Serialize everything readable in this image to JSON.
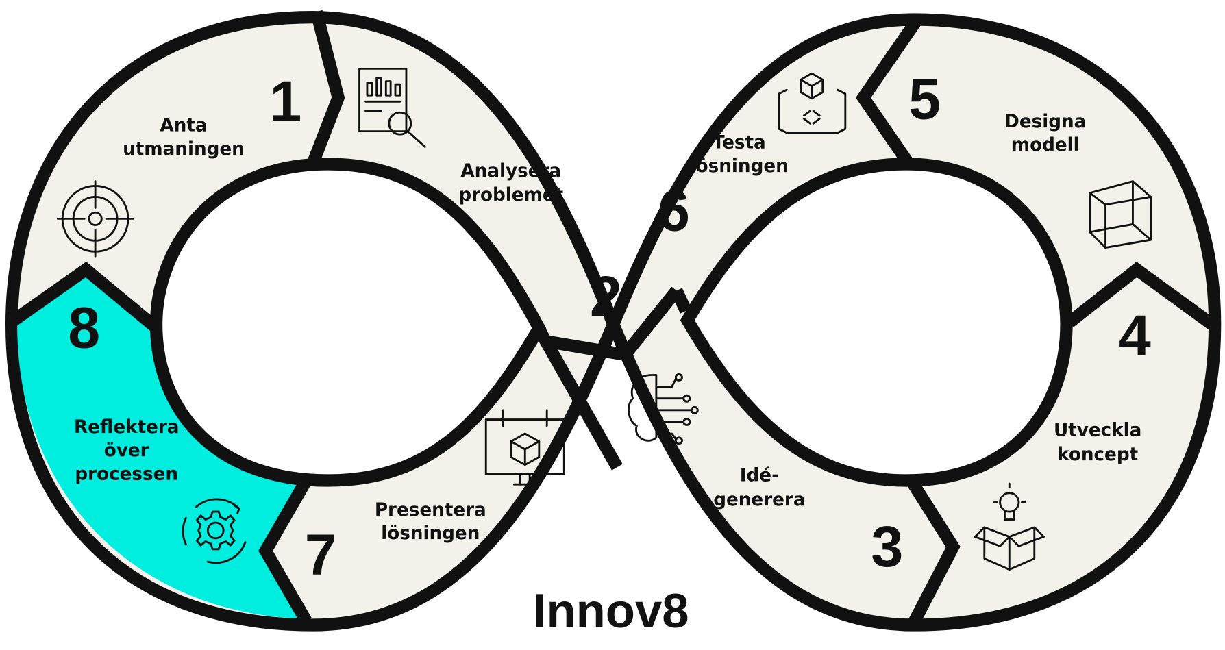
{
  "title": "Innov8",
  "colors": {
    "band": "#f4f0ea",
    "highlight": "#00eee0",
    "outline": "#111111"
  },
  "steps": [
    {
      "number": "1",
      "line1": "Anta",
      "line2": "utmaningen",
      "line3": "",
      "icon": "target-icon"
    },
    {
      "number": "2",
      "line1": "Analysera",
      "line2": "problemet",
      "line3": "",
      "icon": "report-magnifier-icon"
    },
    {
      "number": "3",
      "line1": "Idé-",
      "line2": "generera",
      "line3": "",
      "icon": "brain-circuit-icon"
    },
    {
      "number": "4",
      "line1": "Utveckla",
      "line2": "koncept",
      "line3": "",
      "icon": "lightbulb-box-icon"
    },
    {
      "number": "5",
      "line1": "Designa",
      "line2": "modell",
      "line3": "",
      "icon": "wireframe-cube-icon"
    },
    {
      "number": "6",
      "line1": "Testa",
      "line2": "lösningen",
      "line3": "",
      "icon": "blueprint-cube-icon"
    },
    {
      "number": "7",
      "line1": "Presentera",
      "line2": "lösningen",
      "line3": "",
      "icon": "presentation-board-icon"
    },
    {
      "number": "8",
      "line1": "Reflektera",
      "line2": "över",
      "line3": "processen",
      "icon": "gear-cycle-icon",
      "highlighted": true
    }
  ]
}
